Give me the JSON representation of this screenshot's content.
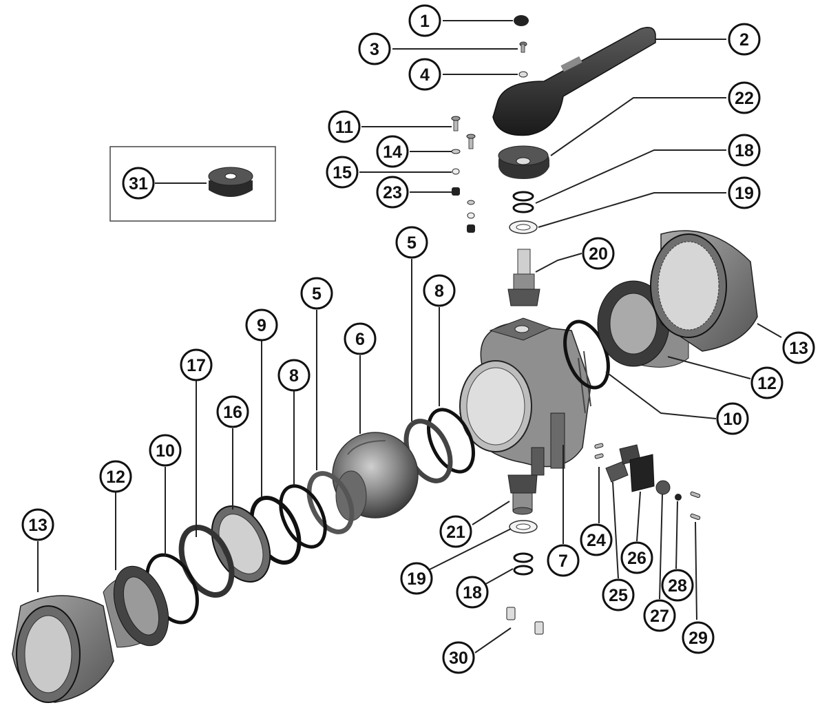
{
  "diagram": {
    "type": "exploded-view parts diagram",
    "subject": "union ball valve assembly",
    "colors": {
      "line": "#111111",
      "part_dark": "#3a3a3a",
      "part_mid": "#7c7c7c",
      "part_light": "#b5b5b5",
      "background": "#ffffff"
    },
    "callouts": [
      {
        "id": "c1",
        "label": "1",
        "part": "handle cap"
      },
      {
        "id": "c2",
        "label": "2",
        "part": "handle"
      },
      {
        "id": "c3",
        "label": "3",
        "part": "handle screw"
      },
      {
        "id": "c4",
        "label": "4",
        "part": "washer"
      },
      {
        "id": "c22",
        "label": "22",
        "part": "lock plate"
      },
      {
        "id": "c11",
        "label": "11",
        "part": "screw"
      },
      {
        "id": "c14",
        "label": "14",
        "part": "washer"
      },
      {
        "id": "c15",
        "label": "15",
        "part": "spacer"
      },
      {
        "id": "c23",
        "label": "23",
        "part": "nut"
      },
      {
        "id": "c18a",
        "label": "18",
        "part": "stem o-rings (upper)"
      },
      {
        "id": "c19a",
        "label": "19",
        "part": "stem washer (upper)"
      },
      {
        "id": "c31",
        "label": "31",
        "part": "mounting flange (inset)"
      },
      {
        "id": "c20",
        "label": "20",
        "part": "stem"
      },
      {
        "id": "c5a",
        "label": "5",
        "part": "seat (right)"
      },
      {
        "id": "c8a",
        "label": "8",
        "part": "o-ring (right)"
      },
      {
        "id": "c13a",
        "label": "13",
        "part": "union nut (right)"
      },
      {
        "id": "c12a",
        "label": "12",
        "part": "end connector (right)"
      },
      {
        "id": "c10a",
        "label": "10",
        "part": "o-ring (right)"
      },
      {
        "id": "c9",
        "label": "9",
        "part": "o-ring"
      },
      {
        "id": "c5b",
        "label": "5",
        "part": "seat (left)"
      },
      {
        "id": "c6",
        "label": "6",
        "part": "ball"
      },
      {
        "id": "c17",
        "label": "17",
        "part": "carrier ring"
      },
      {
        "id": "c8b",
        "label": "8",
        "part": "o-ring (left)"
      },
      {
        "id": "c16",
        "label": "16",
        "part": "seat carrier"
      },
      {
        "id": "c10b",
        "label": "10",
        "part": "o-ring (left)"
      },
      {
        "id": "c12b",
        "label": "12",
        "part": "end connector (left)"
      },
      {
        "id": "c13b",
        "label": "13",
        "part": "union nut (left)"
      },
      {
        "id": "c21",
        "label": "21",
        "part": "lower stem"
      },
      {
        "id": "c19b",
        "label": "19",
        "part": "washer (lower)"
      },
      {
        "id": "c18b",
        "label": "18",
        "part": "o-rings (lower)"
      },
      {
        "id": "c7",
        "label": "7",
        "part": "valve body"
      },
      {
        "id": "c24",
        "label": "24",
        "part": "pins"
      },
      {
        "id": "c25",
        "label": "25",
        "part": "bracket"
      },
      {
        "id": "c26",
        "label": "26",
        "part": "plate"
      },
      {
        "id": "c27",
        "label": "27",
        "part": "cap"
      },
      {
        "id": "c28",
        "label": "28",
        "part": "nut"
      },
      {
        "id": "c29",
        "label": "29",
        "part": "screws"
      },
      {
        "id": "c30",
        "label": "30",
        "part": "inserts"
      }
    ]
  }
}
